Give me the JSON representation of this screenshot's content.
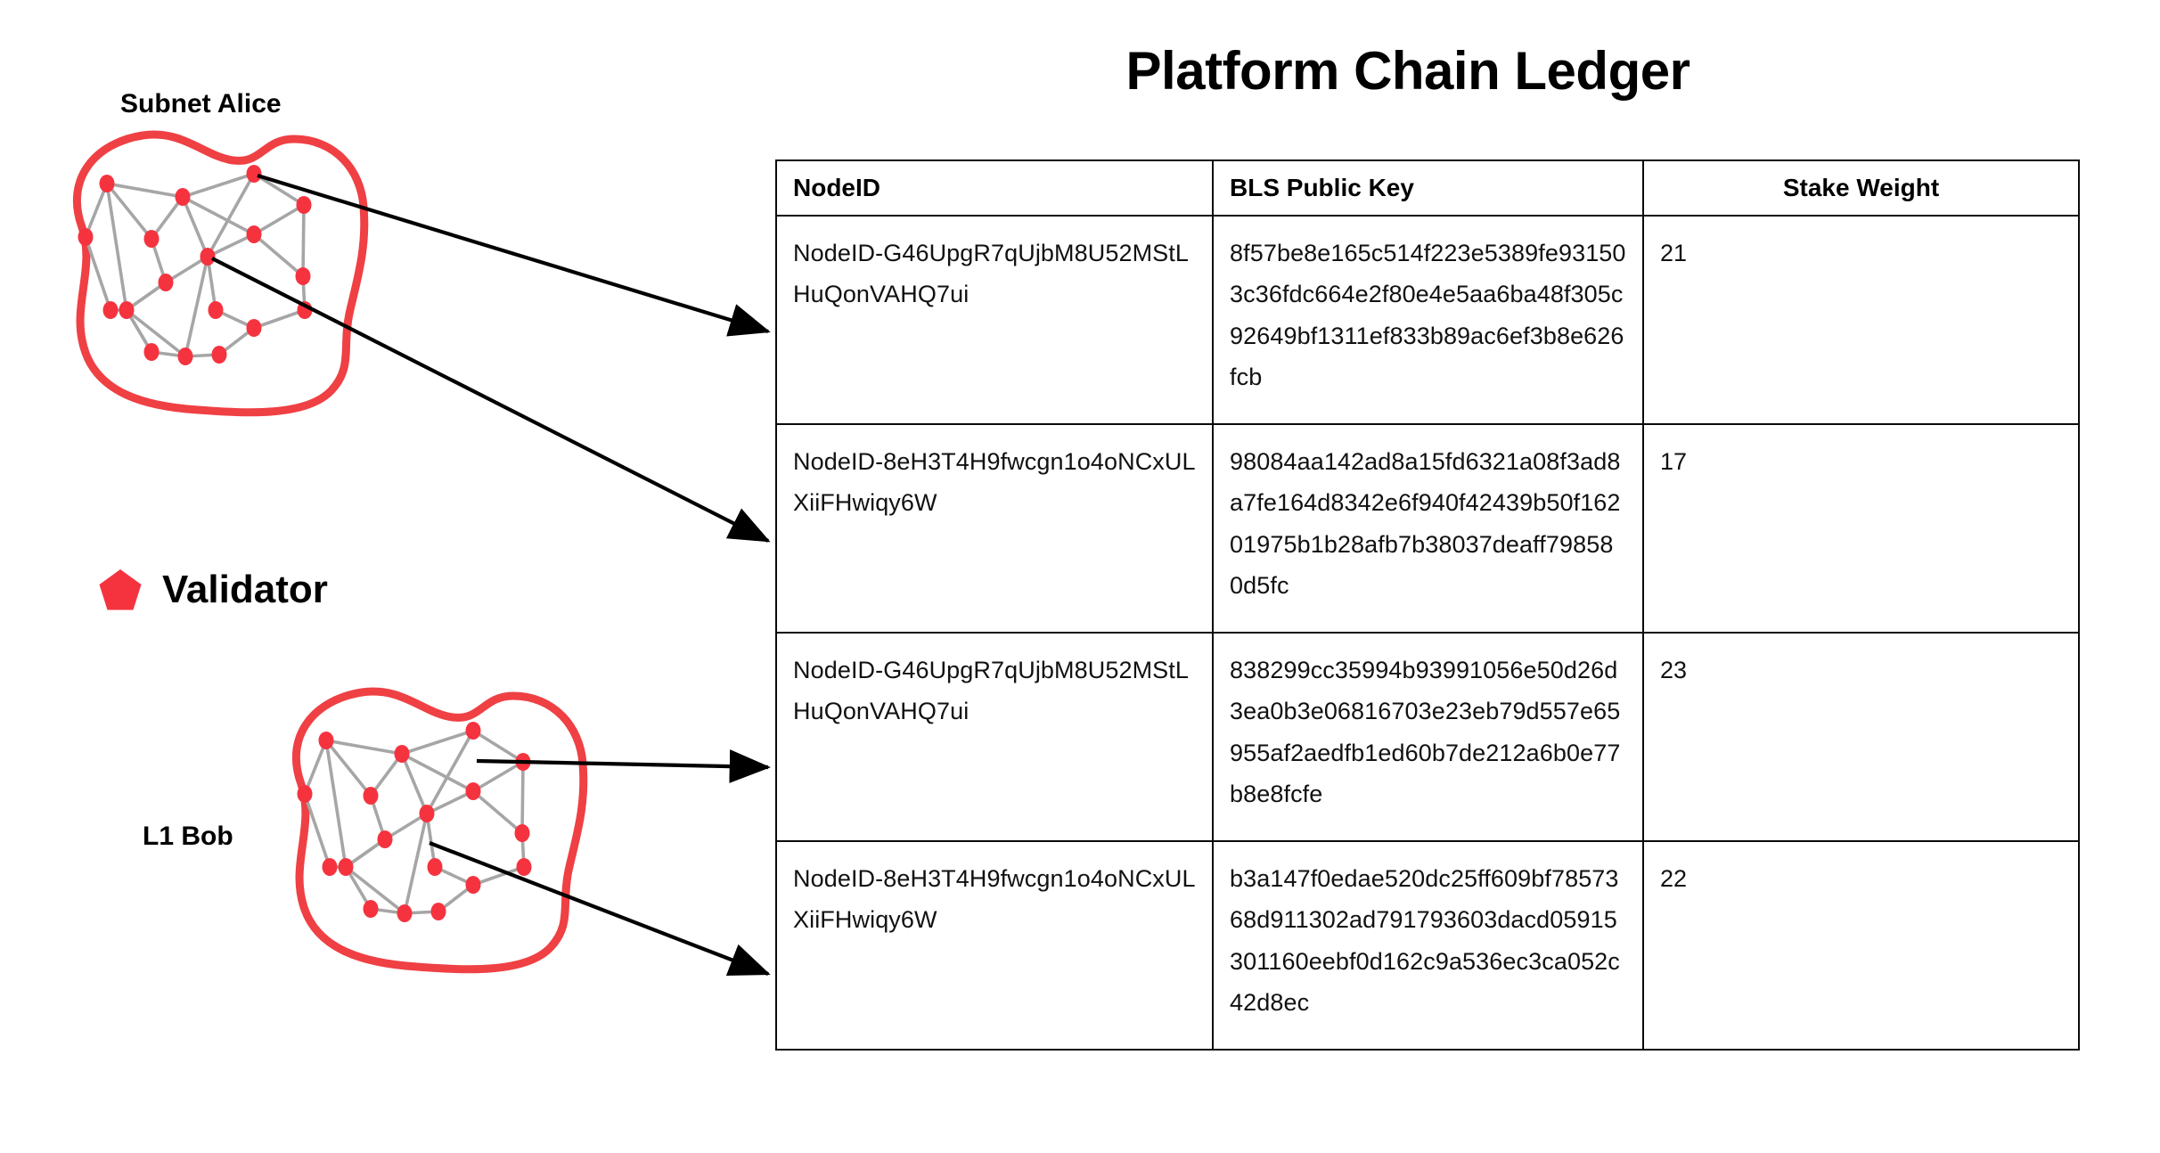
{
  "title": "Platform Chain Ledger",
  "legend": {
    "validator_label": "Validator",
    "validator_icon": "pentagon-icon",
    "validator_color": "#F5333F"
  },
  "networks": [
    {
      "name": "subnet-alice",
      "label": "Subnet Alice",
      "outline_color": "#EF4044",
      "node_color": "#F5333F",
      "edge_color": "#A6A6A6"
    },
    {
      "name": "l1-bob",
      "label": "L1 Bob",
      "outline_color": "#EF4044",
      "node_color": "#F5333F",
      "edge_color": "#A6A6A6"
    }
  ],
  "arrows": {
    "color": "#000000",
    "count": 4,
    "links": [
      {
        "from": "subnet-alice",
        "to": "row-1"
      },
      {
        "from": "subnet-alice",
        "to": "row-2"
      },
      {
        "from": "l1-bob",
        "to": "row-3"
      },
      {
        "from": "l1-bob",
        "to": "row-4"
      }
    ]
  },
  "table": {
    "columns": [
      "NodeID",
      "BLS Public Key",
      "Stake Weight"
    ],
    "rows": [
      {
        "node_id": "NodeID-G46UpgR7qUjbM8U52MStLHuQonVAHQ7ui",
        "bls_public_key": "8f57be8e165c514f223e5389fe931503c36fdc664e2f80e4e5aa6ba48f305c92649bf1311ef833b89ac6ef3b8e626fcb",
        "stake_weight": "21"
      },
      {
        "node_id": "NodeID-8eH3T4H9fwcgn1o4oNCxULXiiFHwiqy6W",
        "bls_public_key": "98084aa142ad8a15fd6321a08f3ad8a7fe164d8342e6f940f42439b50f16201975b1b28afb7b38037deaff798580d5fc",
        "stake_weight": "17"
      },
      {
        "node_id": "NodeID-G46UpgR7qUjbM8U52MStLHuQonVAHQ7ui",
        "bls_public_key": "838299cc35994b93991056e50d26d3ea0b3e06816703e23eb79d557e65955af2aedfb1ed60b7de212a6b0e77b8e8fcfe",
        "stake_weight": "23"
      },
      {
        "node_id": "NodeID-8eH3T4H9fwcgn1o4oNCxULXiiFHwiqy6W",
        "bls_public_key": "b3a147f0edae520dc25ff609bf7857368d911302ad791793603dacd05915301160eebf0d162c9a536ec3ca052c42d8ec",
        "stake_weight": "22"
      }
    ]
  }
}
